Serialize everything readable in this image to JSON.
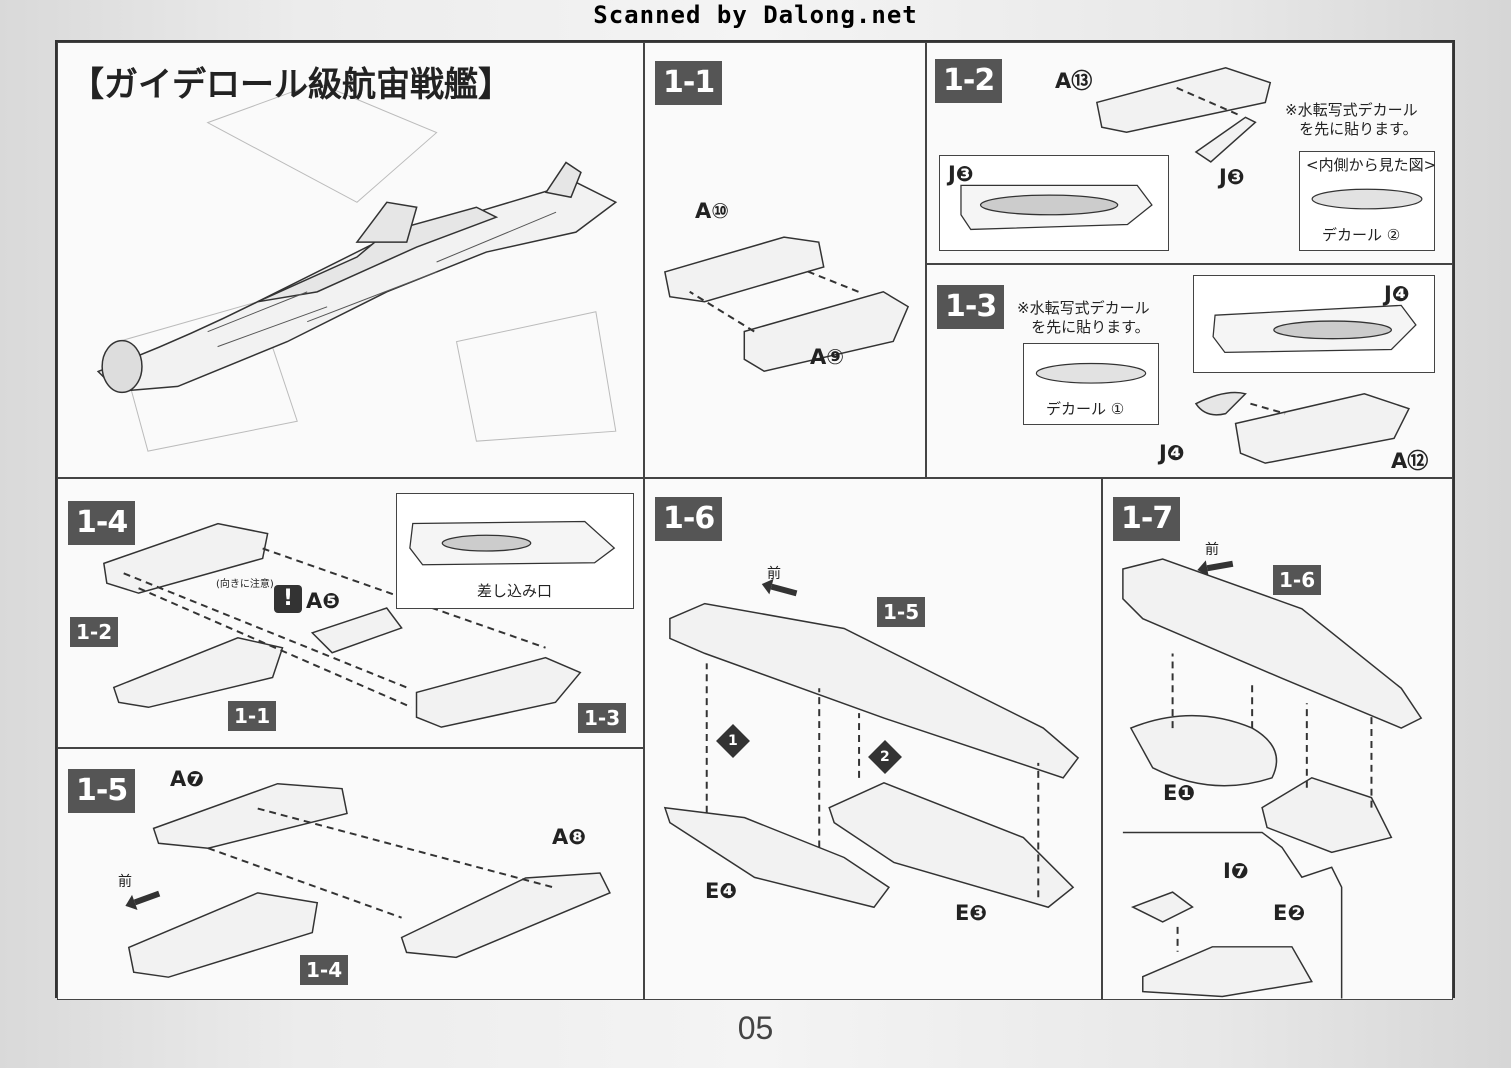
{
  "header": {
    "scanned": "Scanned by Dalong.net"
  },
  "title": "【ガイデロール級航宙戦艦】",
  "page_number": "05",
  "steps": {
    "s1_1": {
      "label": "1-1",
      "parts": [
        "A⑩",
        "A⑨"
      ]
    },
    "s1_2": {
      "label": "1-2",
      "part_a": "A⑬",
      "part_j_left": "J❸",
      "part_j_right": "J❸",
      "note_line1": "※水転写式デカール",
      "note_line2": "を先に貼ります。",
      "inside_view": "<内側から見た図>",
      "decal": "デカール ②"
    },
    "s1_3": {
      "label": "1-3",
      "note_line1": "※水転写式デカール",
      "note_line2": "を先に貼ります。",
      "part_j_top": "J❹",
      "part_j_bottom": "J❹",
      "part_a": "A⑫",
      "decal": "デカール ①"
    },
    "s1_4": {
      "label": "1-4",
      "ref_a": "1-2",
      "ref_b": "1-1",
      "ref_c": "1-3",
      "part": "A❺",
      "caution": "(向きに注意)",
      "warn": "!",
      "insert": "差し込み口"
    },
    "s1_5": {
      "label": "1-5",
      "part_a7": "A❼",
      "part_a8": "A❽",
      "front": "前",
      "ref": "1-4"
    },
    "s1_6": {
      "label": "1-6",
      "front": "前",
      "ref": "1-5",
      "order1": "1",
      "order2": "2",
      "part_e4": "E❹",
      "part_e3": "E❸"
    },
    "s1_7": {
      "label": "1-7",
      "front": "前",
      "ref": "1-6",
      "part_e1": "E❶",
      "part_i7": "I❼",
      "part_e2": "E❷"
    }
  }
}
